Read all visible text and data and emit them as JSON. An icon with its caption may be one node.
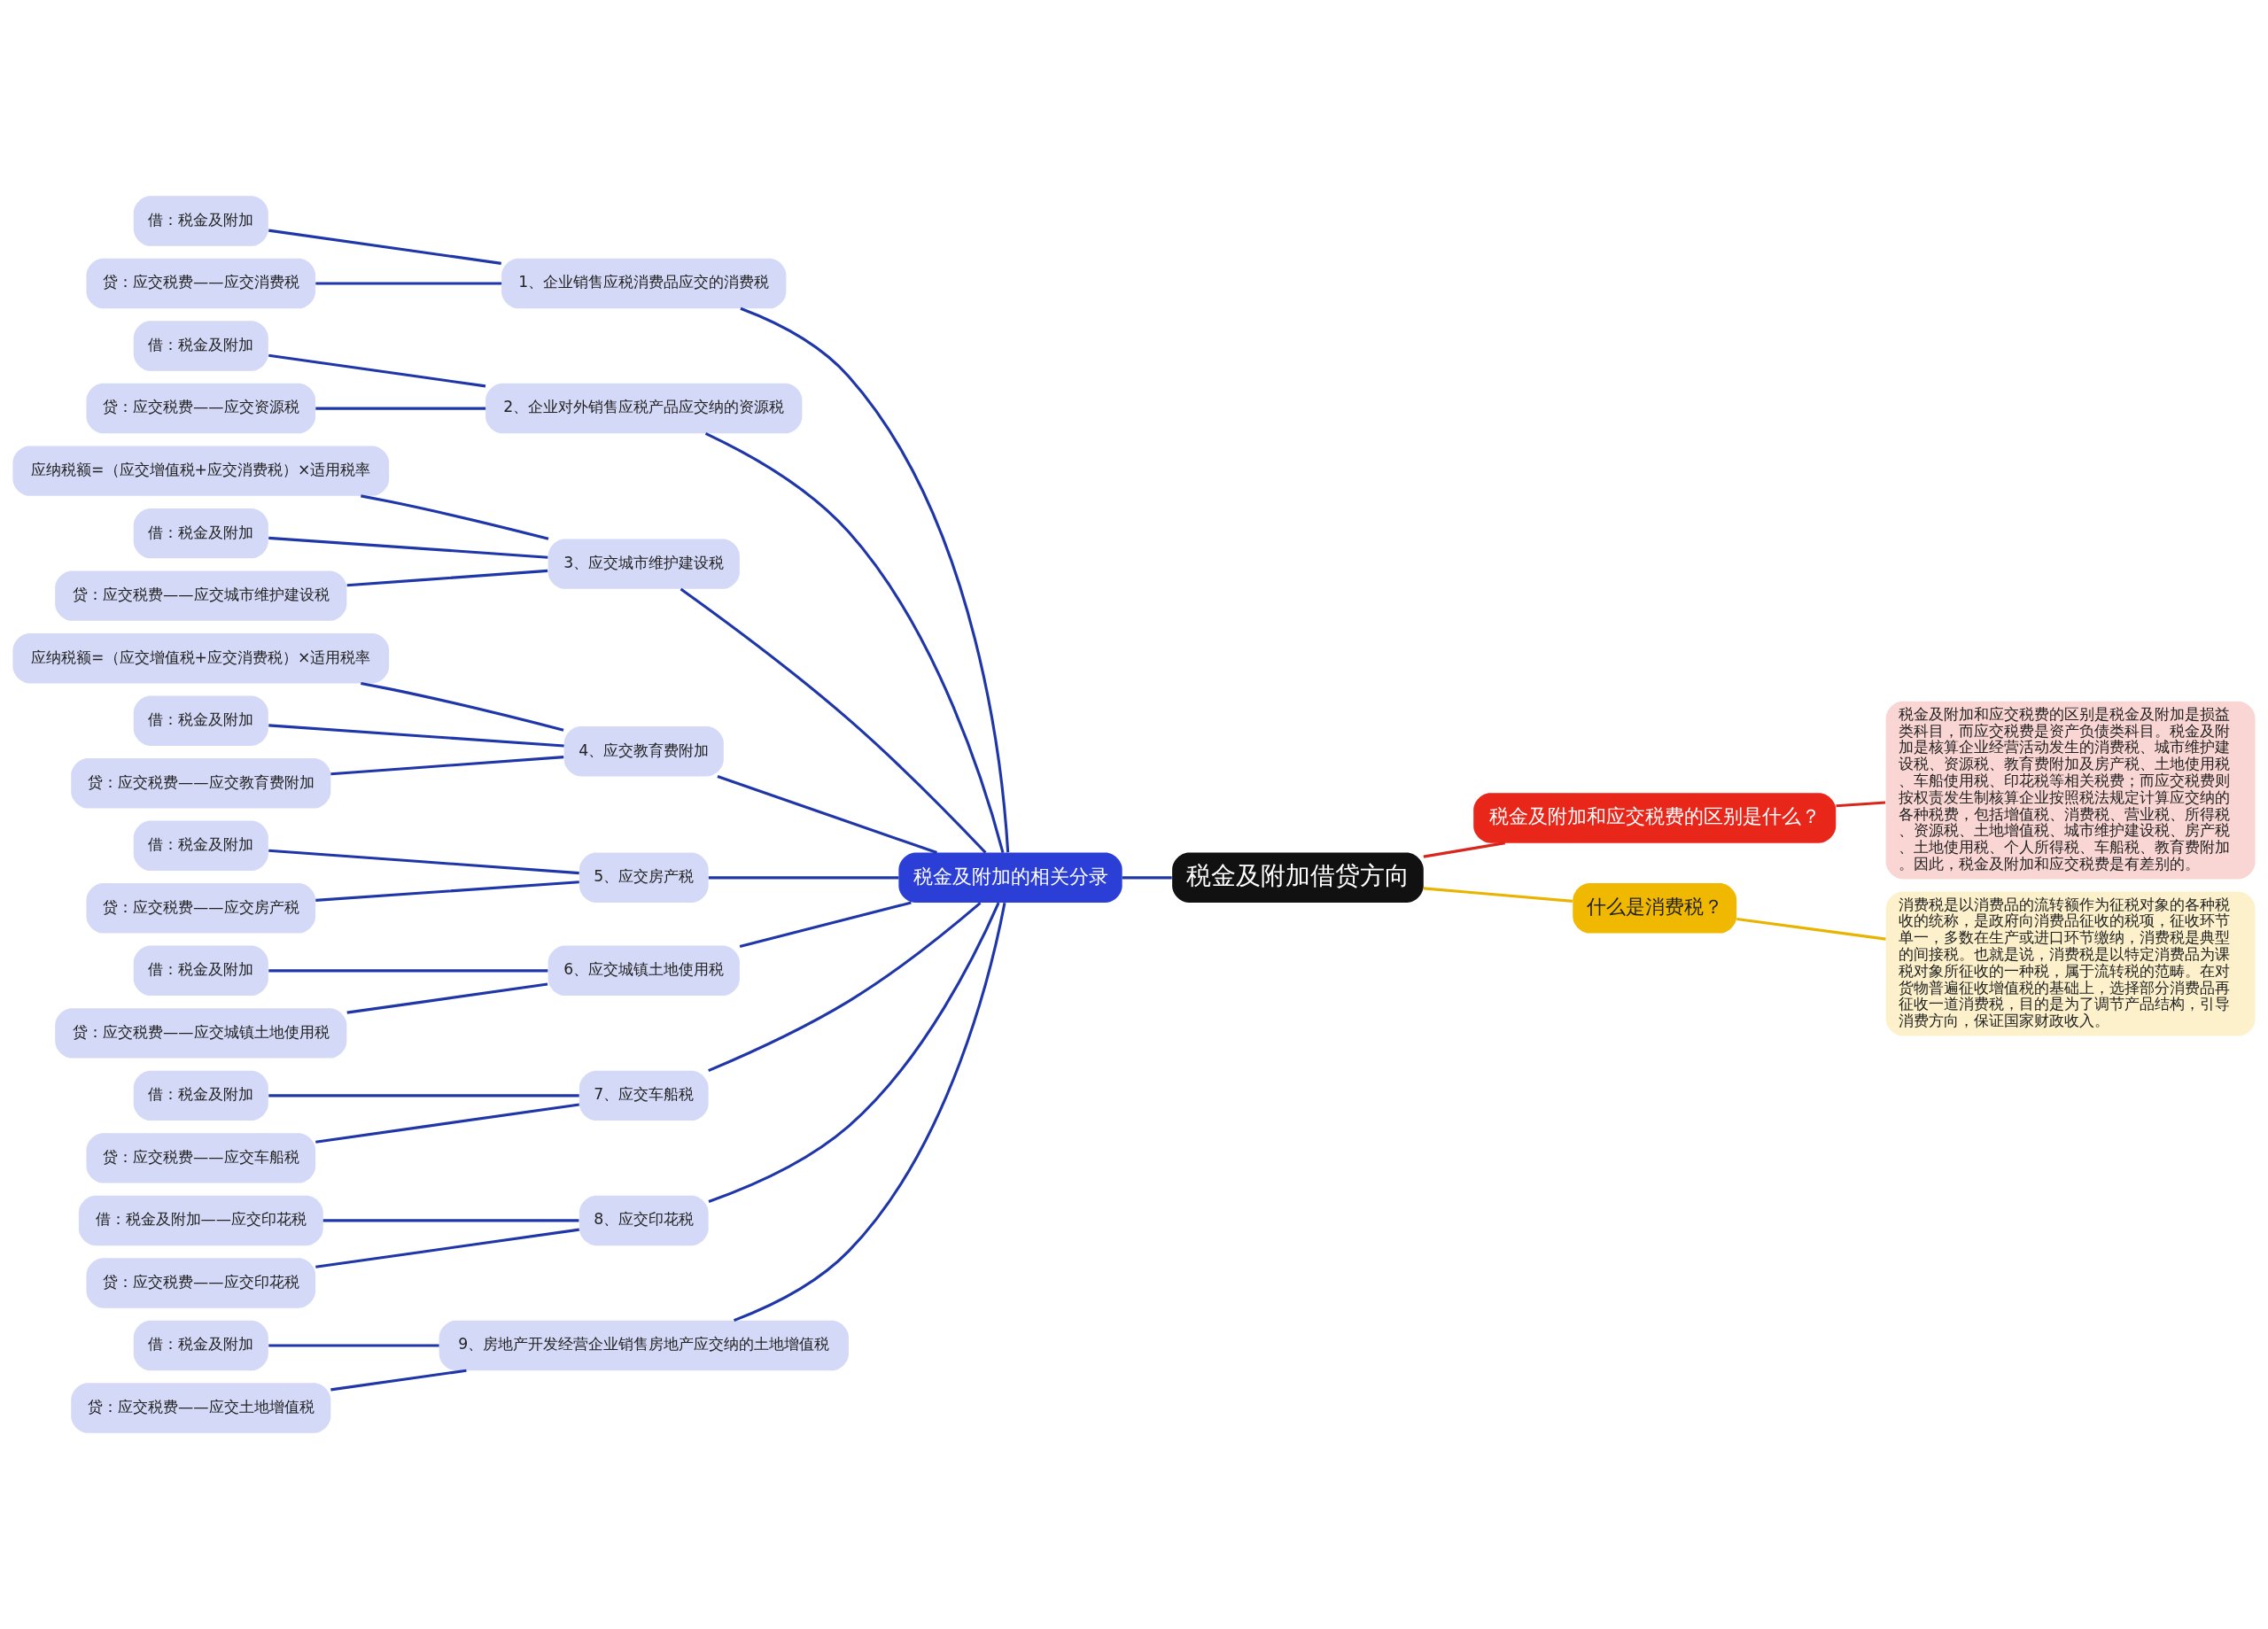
{
  "diagram": {
    "nodes": [
      {
        "text": [
          "税金及附加借贷方向"
        ]
      },
      {
        "text": [
          "税金及附加的相关分录"
        ]
      },
      {
        "text": [
          "1、企业销售应税消费品应交的消费税"
        ]
      },
      {
        "text": [
          "借：税金及附加"
        ]
      },
      {
        "text": [
          "贷：应交税费——应交消费税"
        ]
      },
      {
        "text": [
          "2、企业对外销售应税产品应交纳的资源税"
        ]
      },
      {
        "text": [
          "借：税金及附加"
        ]
      },
      {
        "text": [
          "贷：应交税费——应交资源税"
        ]
      },
      {
        "text": [
          "3、应交城市维护建设税"
        ]
      },
      {
        "text": [
          "应纳税额=（应交增值税+应交消费税）×适用税率"
        ]
      },
      {
        "text": [
          "借：税金及附加"
        ]
      },
      {
        "text": [
          "贷：应交税费——应交城市维护建设税"
        ]
      },
      {
        "text": [
          "4、应交教育费附加"
        ]
      },
      {
        "text": [
          "应纳税额=（应交增值税+应交消费税）×适用税率"
        ]
      },
      {
        "text": [
          "借：税金及附加"
        ]
      },
      {
        "text": [
          "贷：应交税费——应交教育费附加"
        ]
      },
      {
        "text": [
          "5、应交房产税"
        ]
      },
      {
        "text": [
          "借：税金及附加"
        ]
      },
      {
        "text": [
          "贷：应交税费——应交房产税"
        ]
      },
      {
        "text": [
          "6、应交城镇土地使用税"
        ]
      },
      {
        "text": [
          "借：税金及附加"
        ]
      },
      {
        "text": [
          "贷：应交税费——应交城镇土地使用税"
        ]
      },
      {
        "text": [
          "7、应交车船税"
        ]
      },
      {
        "text": [
          "借：税金及附加"
        ]
      },
      {
        "text": [
          "贷：应交税费——应交车船税"
        ]
      },
      {
        "text": [
          "8、应交印花税"
        ]
      },
      {
        "text": [
          "借：税金及附加——应交印花税"
        ]
      },
      {
        "text": [
          "贷：应交税费——应交印花税"
        ]
      },
      {
        "text": [
          "9、房地产开发经营企业销售房地产应交纳的土地增值税"
        ]
      },
      {
        "text": [
          "借：税金及附加"
        ]
      },
      {
        "text": [
          "贷：应交税费——应交土地增值税"
        ]
      },
      {
        "text": [
          "税金及附加和应交税费的区别是什么？"
        ]
      },
      {
        "text": [
          "税金及附加和应交税费的区别是税金及附加是损益类科目，而应交税费是资产负债类科目。税金及附加是核算企业经营活动发生的消费税、城市维护建设税、资源税、教育费附加及房产税、土地使用税、车船使用税、印花税等相关税费；而应交税费则按权责发生制核算企业按照税法规定计算应交纳的各种税费，包括增值税、消费税、营业税、所得税、资源税、土地增值税、城市维护建设税、房产税、土地使用税、个人所得税、车船税、教育费附加。因此，税金及附加和应交税费是有差别的。"
        ]
      },
      {
        "text": [
          "什么是消费税？"
        ]
      },
      {
        "text": [
          "消费税是以消费品的流转额作为征税对象的各种税收的统称，是政府向消费品征收的税项，征收环节单一，多数在生产或进口环节缴纳，消费税是典型的间接税。也就是说，消费税是以特定消费品为课税对象所征收的一种税，属于流转税的范畴。在对货物普遍征收增值税的基础上，选择部分消费品再征收一道消费税，目的是为了调节产品结构，引导消费方向，保证国家财政收入。"
        ]
      }
    ],
    "edges": [
      {
        "from": 1,
        "to": 0,
        "arrow": "none"
      },
      {
        "from": 2,
        "to": 1,
        "arrow": "none"
      },
      {
        "from": 3,
        "to": 2,
        "arrow": "none"
      },
      {
        "from": 4,
        "to": 2,
        "arrow": "none"
      },
      {
        "from": 5,
        "to": 1,
        "arrow": "none"
      },
      {
        "from": 6,
        "to": 5,
        "arrow": "none"
      },
      {
        "from": 7,
        "to": 5,
        "arrow": "none"
      },
      {
        "from": 8,
        "to": 1,
        "arrow": "none"
      },
      {
        "from": 9,
        "to": 8,
        "arrow": "none"
      },
      {
        "from": 10,
        "to": 8,
        "arrow": "none"
      },
      {
        "from": 11,
        "to": 8,
        "arrow": "none"
      },
      {
        "from": 12,
        "to": 1,
        "arrow": "none"
      },
      {
        "from": 13,
        "to": 12,
        "arrow": "none"
      },
      {
        "from": 14,
        "to": 12,
        "arrow": "none"
      },
      {
        "from": 15,
        "to": 12,
        "arrow": "none"
      },
      {
        "from": 16,
        "to": 1,
        "arrow": "none"
      },
      {
        "from": 17,
        "to": 16,
        "arrow": "none"
      },
      {
        "from": 18,
        "to": 16,
        "arrow": "none"
      },
      {
        "from": 19,
        "to": 1,
        "arrow": "none"
      },
      {
        "from": 20,
        "to": 19,
        "arrow": "none"
      },
      {
        "from": 21,
        "to": 19,
        "arrow": "none"
      },
      {
        "from": 22,
        "to": 1,
        "arrow": "none"
      },
      {
        "from": 23,
        "to": 22,
        "arrow": "none"
      },
      {
        "from": 24,
        "to": 22,
        "arrow": "none"
      },
      {
        "from": 25,
        "to": 1,
        "arrow": "none"
      },
      {
        "from": 26,
        "to": 25,
        "arrow": "none"
      },
      {
        "from": 27,
        "to": 25,
        "arrow": "none"
      },
      {
        "from": 28,
        "to": 1,
        "arrow": "none"
      },
      {
        "from": 29,
        "to": 28,
        "arrow": "none"
      },
      {
        "from": 30,
        "to": 28,
        "arrow": "none"
      },
      {
        "from": 0,
        "to": 31,
        "arrow": "none",
        "color": "#d9261c"
      },
      {
        "from": 31,
        "to": 32,
        "arrow": "none",
        "color": "#d9261c"
      },
      {
        "from": 0,
        "to": 33,
        "arrow": "none",
        "color": "#e8b400"
      },
      {
        "from": 33,
        "to": 34,
        "arrow": "none",
        "color": "#e8b400"
      }
    ]
  }
}
